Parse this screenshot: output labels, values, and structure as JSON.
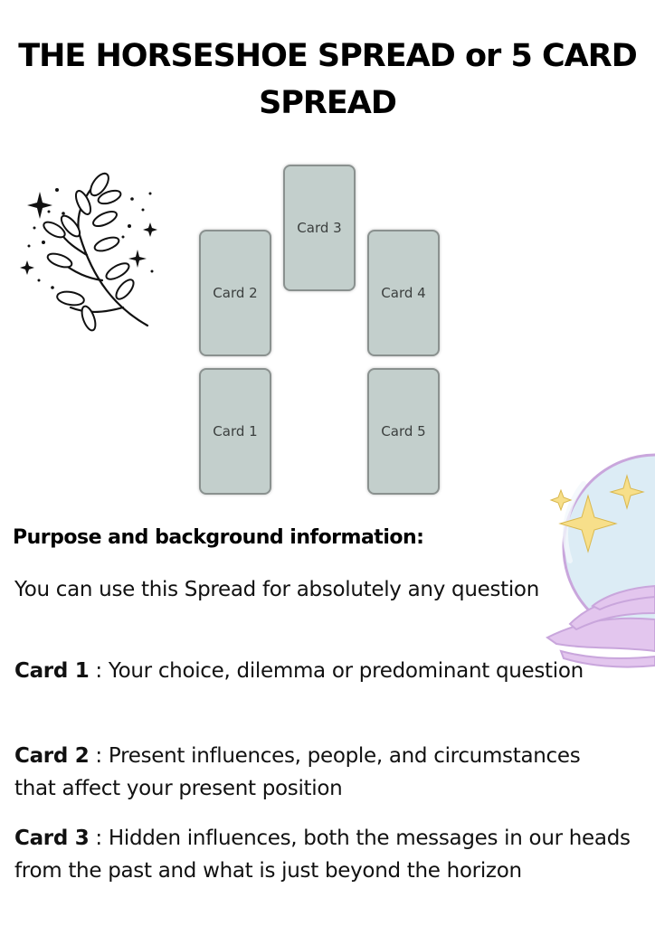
{
  "title": {
    "line1": "THE HORSESHOE SPREAD or 5 CARD",
    "line2": "SPREAD"
  },
  "cards": [
    {
      "label": "Card 1"
    },
    {
      "label": "Card 2"
    },
    {
      "label": "Card 3"
    },
    {
      "label": "Card 4"
    },
    {
      "label": "Card 5"
    }
  ],
  "section_heading": "Purpose and background information:",
  "intro": "You can use this Spread for absolutely any question",
  "descriptions": [
    {
      "name": "Card 1",
      "separator": " : ",
      "text": "Your choice, dilemma or predominant question"
    },
    {
      "name": "Card 2",
      "separator": " : ",
      "text": "Present influences, people, and circumstances that affect your present position"
    },
    {
      "name": "Card 3",
      "separator": " : ",
      "text": "Hidden influences, both the messages in our heads from the past and what is just beyond the horizon"
    }
  ],
  "colors": {
    "card_fill": "#c3cfcc",
    "card_border": "#8a918f",
    "crystal_ball": "#dcecf5",
    "ball_outline": "#c9a6dc",
    "star": "#f7df8a",
    "hand": "#e3c6ee"
  },
  "icons": [
    "botanical-branch-icon",
    "sparkle-star-icon",
    "crystal-ball-icon"
  ]
}
